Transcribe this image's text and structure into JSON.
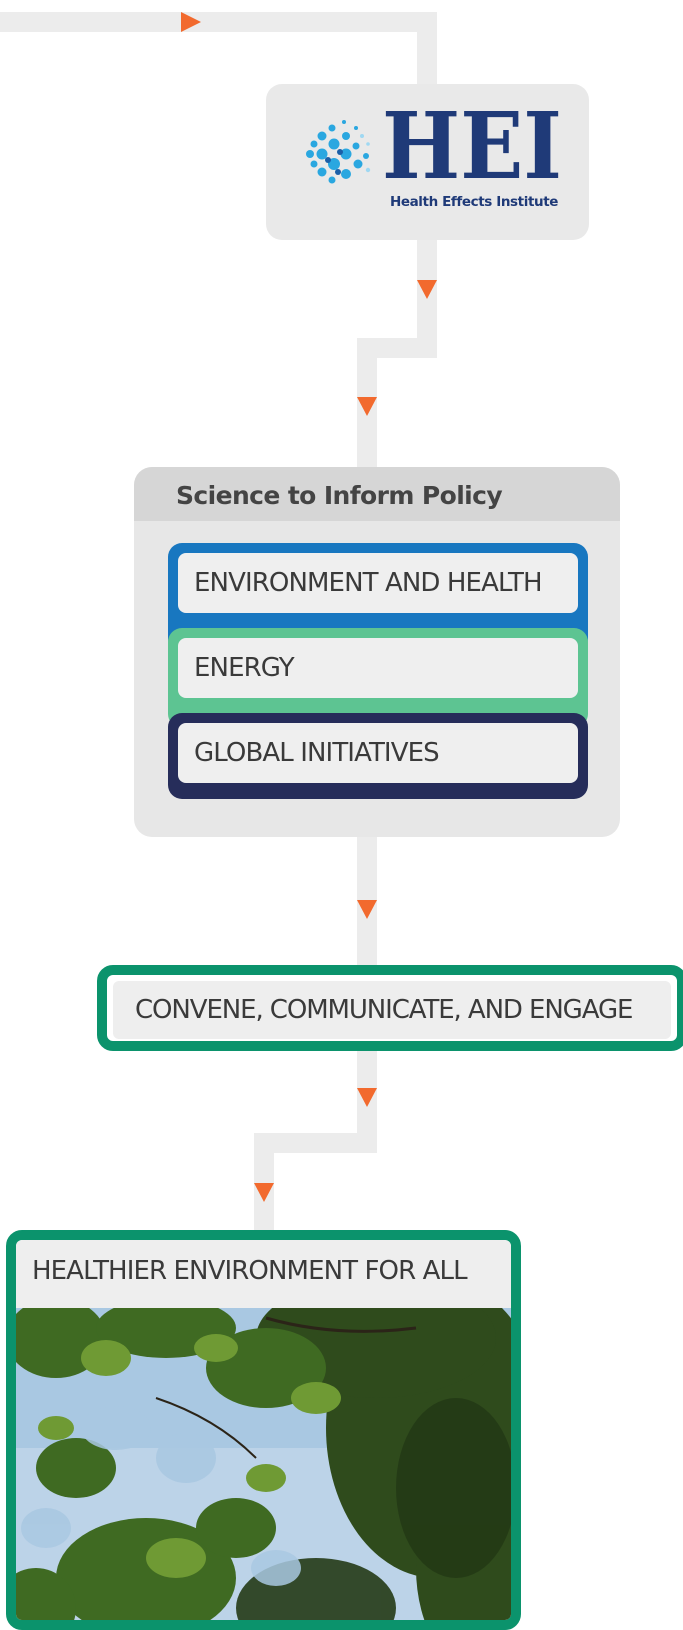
{
  "logo": {
    "wordmark": "HEI",
    "subtitle": "Health Effects Institute",
    "primary_color": "#1f3a78",
    "dot_color": "#2aa7e0"
  },
  "policy": {
    "title": "Science to Inform Policy",
    "areas": [
      {
        "label": "ENVIRONMENT AND HEALTH",
        "color": "#1877c0"
      },
      {
        "label": "ENERGY",
        "color": "#5dc492"
      },
      {
        "label": "GLOBAL INITIATIVES",
        "color": "#262d5a"
      }
    ]
  },
  "convene": {
    "label": "CONVENE, COMMUNICATE, AND ENGAGE",
    "color": "#0b936c"
  },
  "outcome": {
    "label": "HEALTHIER ENVIRONMENT FOR ALL",
    "color": "#0b936c"
  },
  "connectors": {
    "line_color": "#ececec",
    "arrow_color": "#f26a2e"
  }
}
